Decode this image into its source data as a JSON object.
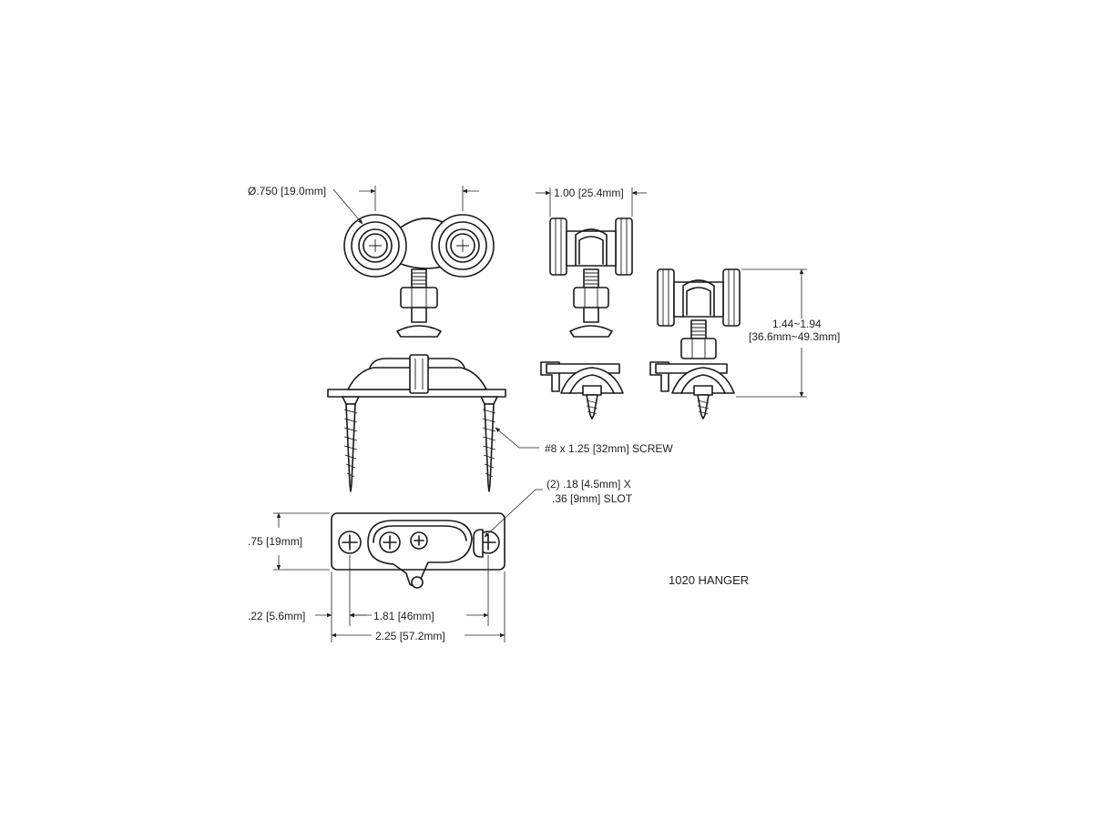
{
  "drawing": {
    "title": "1020 HANGER",
    "dimensions": {
      "wheel_diameter": "Ø.750 [19.0mm]",
      "wheel_width": "1.00 [25.4mm]",
      "height_range_line1": "1.44~1.94",
      "height_range_line2": "[36.6mm~49.3mm]",
      "screw": "#8 x 1.25 [32mm] SCREW",
      "slot_line1": "(2) .18 [4.5mm] X",
      "slot_line2": ".36 [9mm] SLOT",
      "plate_height": ".75 [19mm]",
      "hole_offset": ".22 [5.6mm]",
      "hole_spacing": "1.81 [46mm]",
      "plate_length": "2.25 [57.2mm]"
    }
  }
}
